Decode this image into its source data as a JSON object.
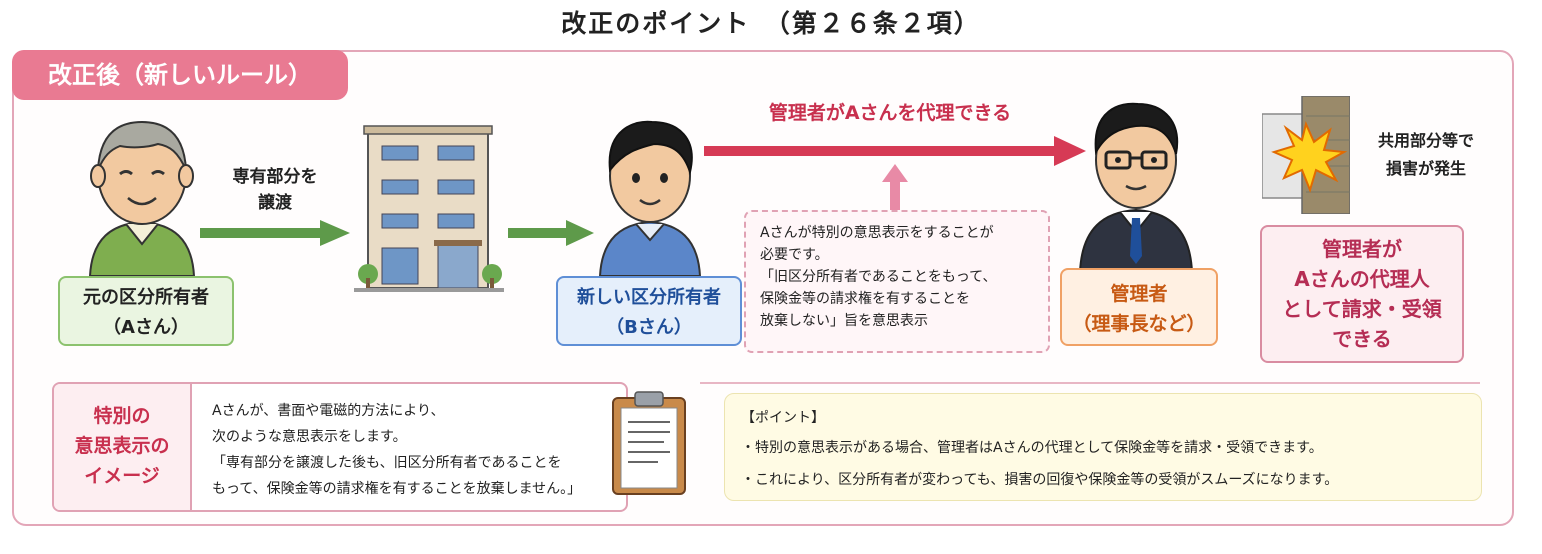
{
  "title": "改正のポイント　（第２６条２項）",
  "section_tag": "改正後（新しいルール）",
  "persons": {
    "original_owner": {
      "line1": "元の区分所有者",
      "line2": "（Aさん）"
    },
    "new_owner": {
      "line1": "新しい区分所有者",
      "line2": "（Bさん）"
    },
    "manager": {
      "line1": "管理者",
      "line2": "（理事長など）"
    }
  },
  "transfer_label": {
    "line1": "専有部分を",
    "line2": "譲渡"
  },
  "agent_arrow_label": "管理者がAさんを代理できる",
  "notice": {
    "lines": [
      "Aさんが特別の意思表示をすることが",
      "必要です。",
      "「旧区分所有者であることをもって、",
      "保険金等の請求権を有することを",
      "放棄しない」旨を意思表示"
    ]
  },
  "damage_label": {
    "line1": "共用部分等で",
    "line2": "損害が発生"
  },
  "manager_result": {
    "lines": [
      "管理者が",
      "Aさんの代理人",
      "として請求・受領",
      "できる"
    ]
  },
  "image_panel": {
    "heading": [
      "特別の",
      "意思表示の",
      "イメージ"
    ],
    "lines": [
      "Aさんが、書面や電磁的方法により、",
      "次のような意思表示をします。",
      "「専有部分を譲渡した後も、旧区分所有者であることを",
      "もって、保険金等の請求権を有することを放棄しません。」"
    ]
  },
  "point_panel": {
    "heading": "【ポイント】",
    "items": [
      "・特別の意思表示がある場合、管理者はAさんの代理として保険金等を請求・受領できます。",
      "・これにより、区分所有者が変わっても、損害の回復や保険金等の受領がスムーズになります。"
    ]
  },
  "colors": {
    "accent_pink": "#e97a92",
    "arrow_green": "#5e9a4a",
    "arrow_red": "#d63a55",
    "blue": "#1f4f9a",
    "orange": "#c75a14"
  }
}
